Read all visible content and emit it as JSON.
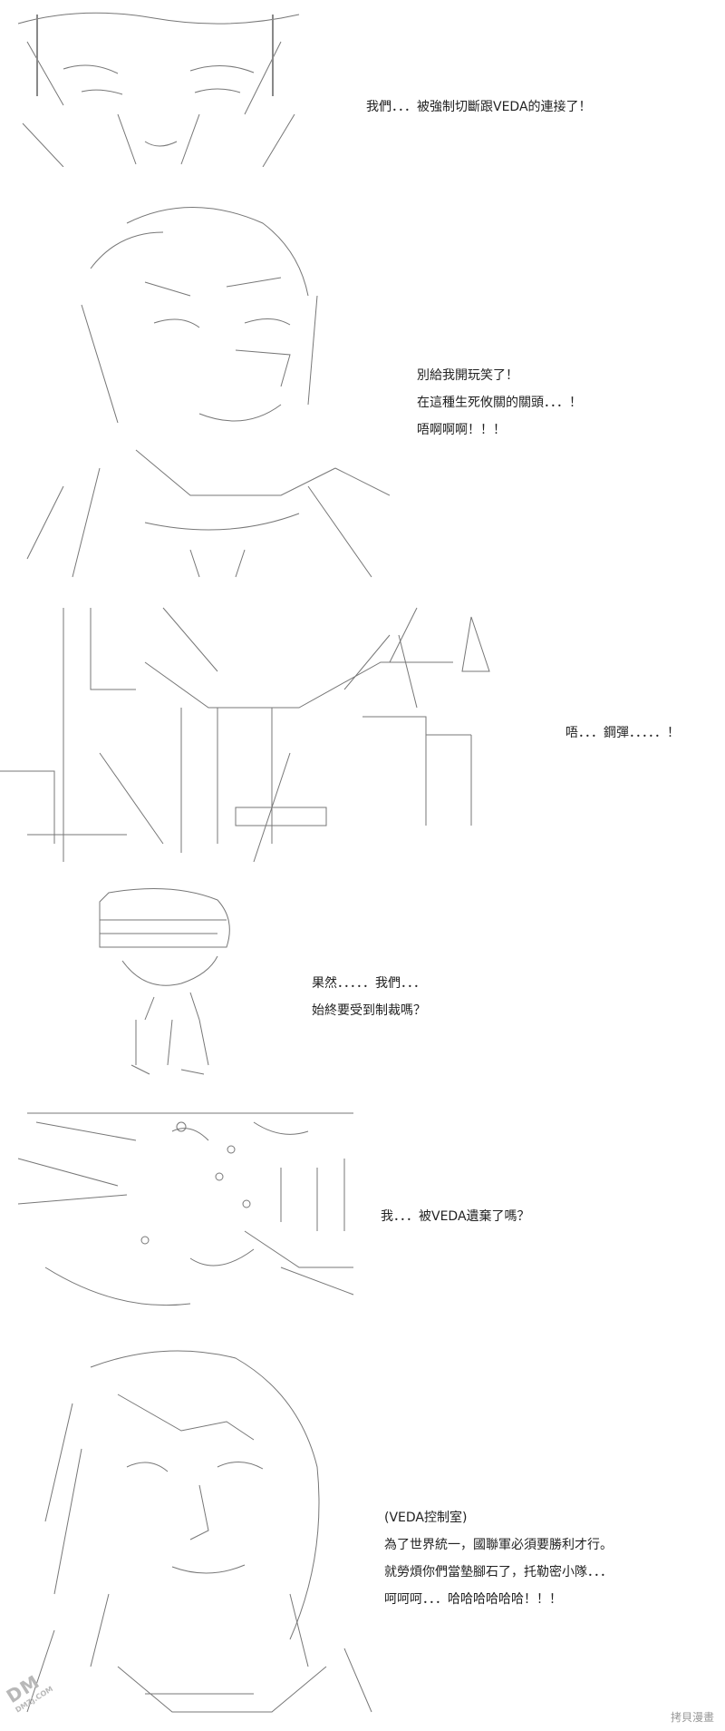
{
  "panels": [
    {
      "lines": [
        "我們．．．被強制切斷跟VEDA的連接了！"
      ]
    },
    {
      "lines": [
        "別給我開玩笑了！",
        "在這種生死攸關的關頭．．．！",
        "唔啊啊啊！！！"
      ]
    },
    {
      "lines": [
        "唔．．．鋼彈．．．．．！"
      ]
    },
    {
      "lines": [
        "果然．．．．．我們．．．",
        "始終要受到制裁嗎？"
      ]
    },
    {
      "lines": [
        "我．．．被VEDA遺棄了嗎？"
      ]
    },
    {
      "lines": [
        "(VEDA控制室)",
        "為了世界統一，國聯軍必須要勝利才行。",
        "就勞煩你們當墊腳石了，托勒密小隊．．．",
        "呵呵呵．．．哈哈哈哈哈哈！！！"
      ]
    }
  ],
  "watermarks": {
    "logo": "DM",
    "logo_sub": "DMZJ.COM",
    "corner": "拷貝漫畫"
  }
}
